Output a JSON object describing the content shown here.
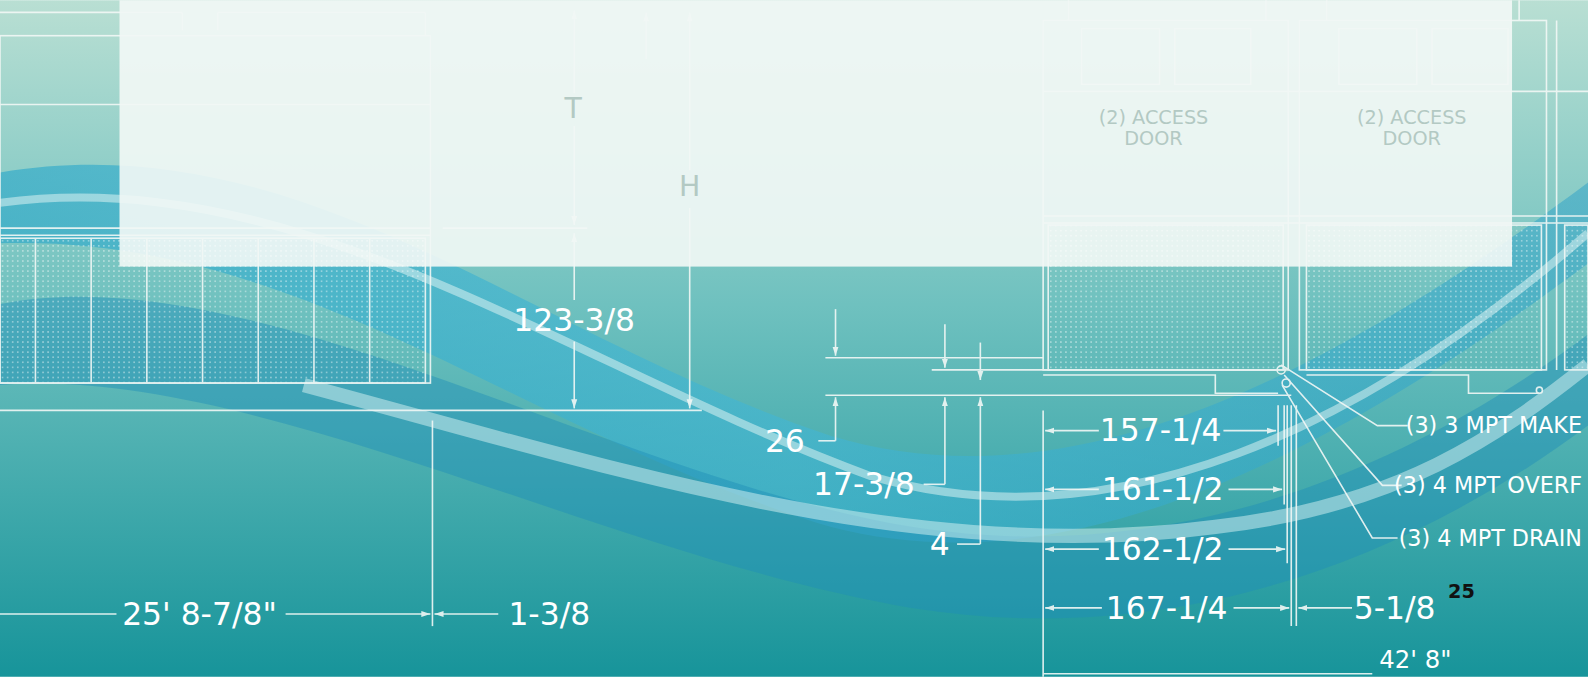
{
  "diagram": {
    "labels": [
      "T",
      "H",
      "(2) ACCESS DOOR",
      "(2) ACCESS DOOR",
      "123-3/8",
      "26",
      "17-3/8",
      "4",
      "157-1/4",
      "161-1/2",
      "162-1/2",
      "167-1/4",
      "5-1/8",
      "25",
      "(3) 3 MPT MAKE",
      "(3) 4 MPT OVERF",
      "(3) 4 MPT DRAIN",
      "25' 8-7/8\"",
      "1-3/8",
      "42' 8\""
    ]
  }
}
